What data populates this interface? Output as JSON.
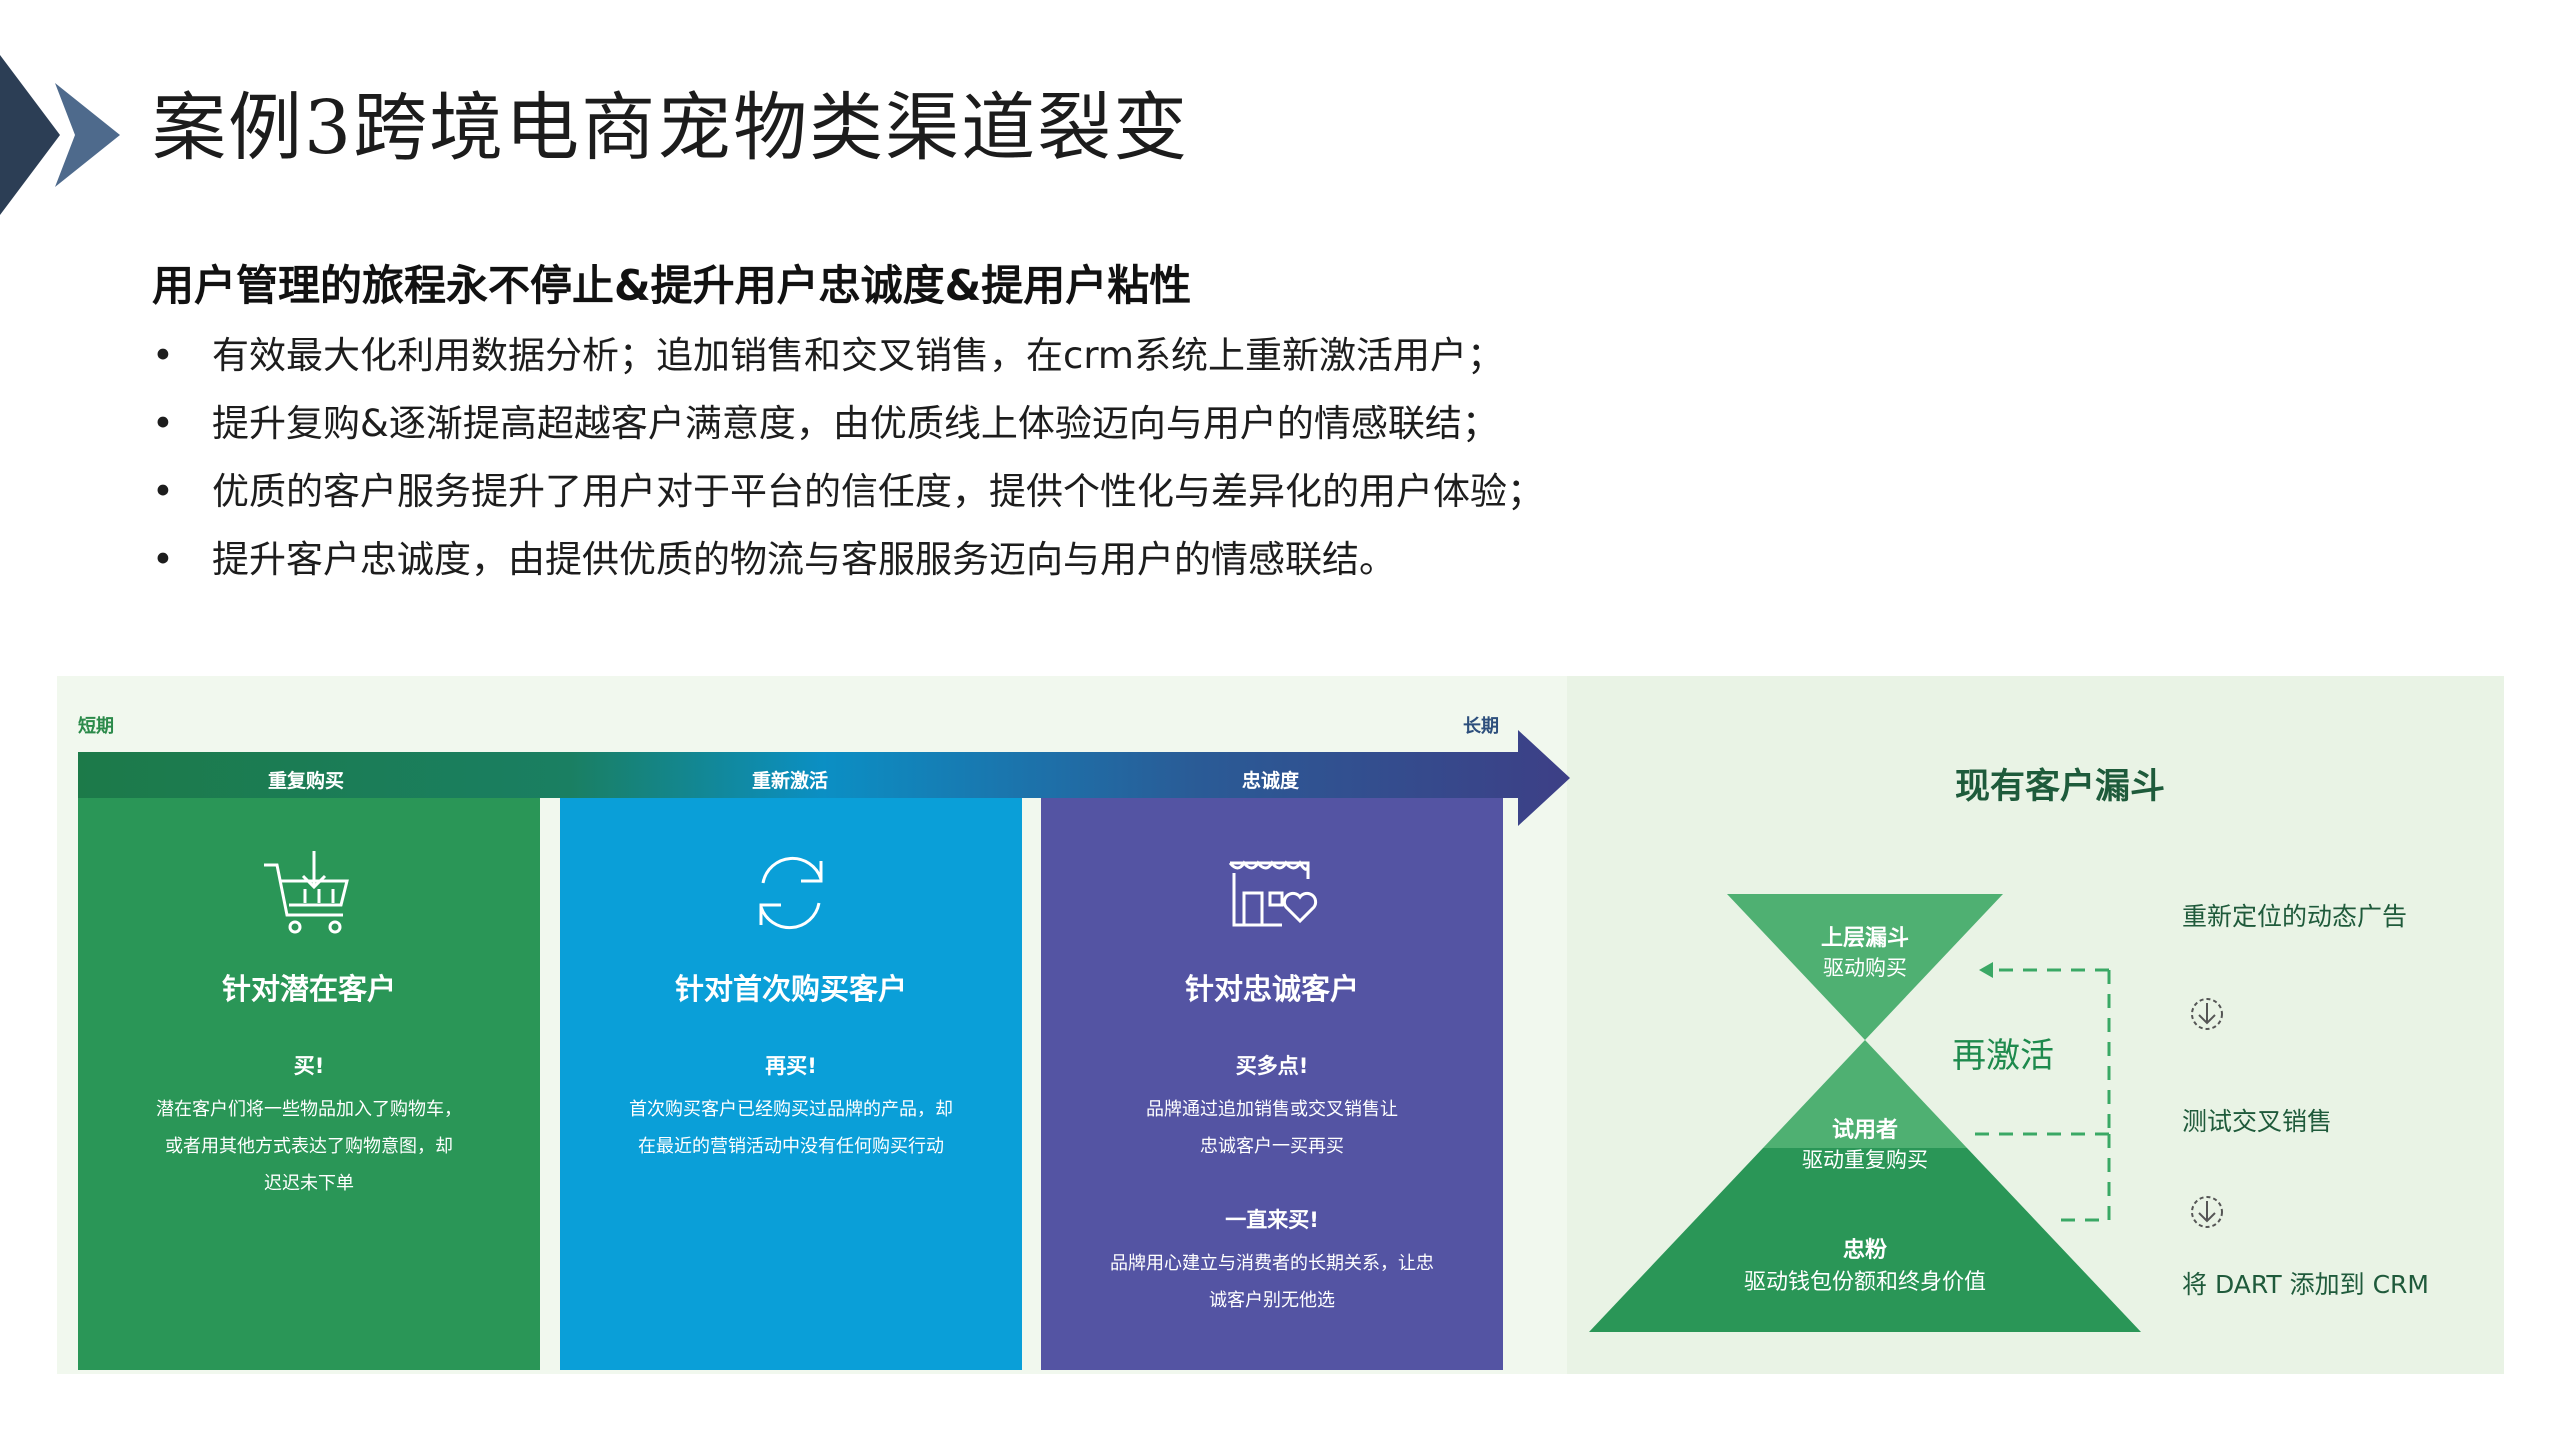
{
  "header": {
    "title": "案例3跨境电商宠物类渠道裂变",
    "subtitle": "用户管理的旅程永不停止&提升用户忠诚度&提用户粘性"
  },
  "bullets": [
    "有效最大化利用数据分析；追加销售和交叉销售，在crm系统上重新激活用户；",
    "提升复购&逐渐提高超越客户满意度，由优质线上体验迈向与用户的情感联结；",
    "优质的客户服务提升了用户对于平台的信任度，提供个性化与差异化的用户体验；",
    "提升客户忠诚度，由提供优质的物流与客服服务迈向与用户的情感联结。"
  ],
  "bullet_symbol": "•",
  "timeline": {
    "short_label": "短期",
    "long_label": "长期",
    "stages": [
      "重复购买",
      "重新激活",
      "忠诚度"
    ]
  },
  "cards": [
    {
      "icon": "shopping-cart-icon",
      "title": "针对潜在客户",
      "heading1": "买!",
      "text1": [
        "潜在客户们将一些物品加入了购物车，",
        "或者用其他方式表达了购物意图，却",
        "迟迟未下单"
      ],
      "color": "#2a9657"
    },
    {
      "icon": "refresh-icon",
      "title": "针对首次购买客户",
      "heading1": "再买!",
      "text1": [
        "首次购买客户已经购买过品牌的产品，却",
        "在最近的营销活动中没有任何购买行动"
      ],
      "color": "#0a9fd8"
    },
    {
      "icon": "storefront-heart-icon",
      "title": "针对忠诚客户",
      "heading1": "买多点!",
      "text1": [
        "品牌通过追加销售或交叉销售让",
        "忠诚客户一买再买"
      ],
      "heading2": "一直来买!",
      "text2": [
        "品牌用心建立与消费者的长期关系，让忠",
        "诚客户别无他选"
      ],
      "color": "#5454a3"
    }
  ],
  "funnel": {
    "title": "现有客户漏斗",
    "top": {
      "name": "上层漏斗",
      "desc": "驱动购买"
    },
    "middle": {
      "name": "试用者",
      "desc": "驱动重复购买"
    },
    "bottom": {
      "name": "忠粉",
      "desc": "驱动钱包份额和终身价值"
    },
    "reactivate": "再激活",
    "right_items": [
      "重新定位的动态广告",
      "测试交叉销售",
      "将 DART 添加到 CRM"
    ]
  },
  "colors": {
    "green": "#2a9657",
    "blue": "#0a9fd8",
    "purple": "#5454a3",
    "funnel_light": "#4fb072",
    "funnel_dark": "#2a9657",
    "dark_navy": "#2c3e55"
  }
}
